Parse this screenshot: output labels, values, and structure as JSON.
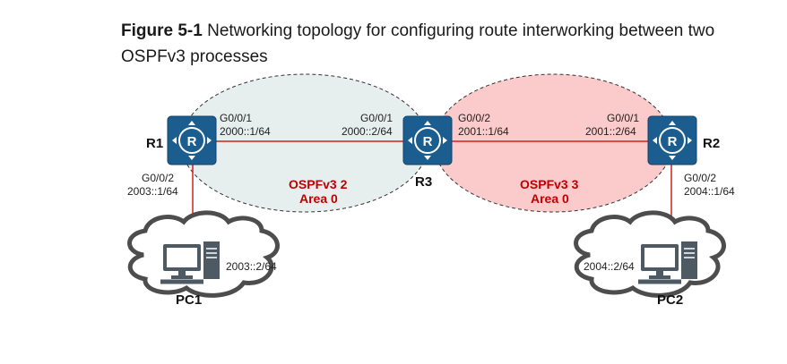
{
  "caption": {
    "figure": "Figure 5-1",
    "text": "Networking topology for configuring route interworking between two OSPFv3 processes"
  },
  "colors": {
    "router_fill": "#1b5d8f",
    "link": "#d32020",
    "process2_fill": "#e6eeee",
    "process3_fill": "#fbcaca",
    "area_text": "#c00000",
    "cloud_stroke": "#4d4d4d"
  },
  "devices": {
    "r1": "R1",
    "r2": "R2",
    "r3": "R3",
    "pc1": "PC1",
    "pc2": "PC2"
  },
  "interfaces": {
    "r1_g001": "G0/0/1",
    "r1_g001_ip": "2000::1/64",
    "r1_g002": "G0/0/2",
    "r1_g002_ip": "2003::1/64",
    "r3_g001": "G0/0/1",
    "r3_g001_ip": "2000::2/64",
    "r3_g002": "G0/0/2",
    "r3_g002_ip": "2001::1/64",
    "r2_g001": "G0/0/1",
    "r2_g001_ip": "2001::2/64",
    "r2_g002": "G0/0/2",
    "r2_g002_ip": "2004::1/64",
    "pc1_ip": "2003::2/64",
    "pc2_ip": "2004::2/64"
  },
  "areas": {
    "p2_process": "OSPFv3 2",
    "p2_area": "Area 0",
    "p3_process": "OSPFv3 3",
    "p3_area": "Area 0"
  }
}
